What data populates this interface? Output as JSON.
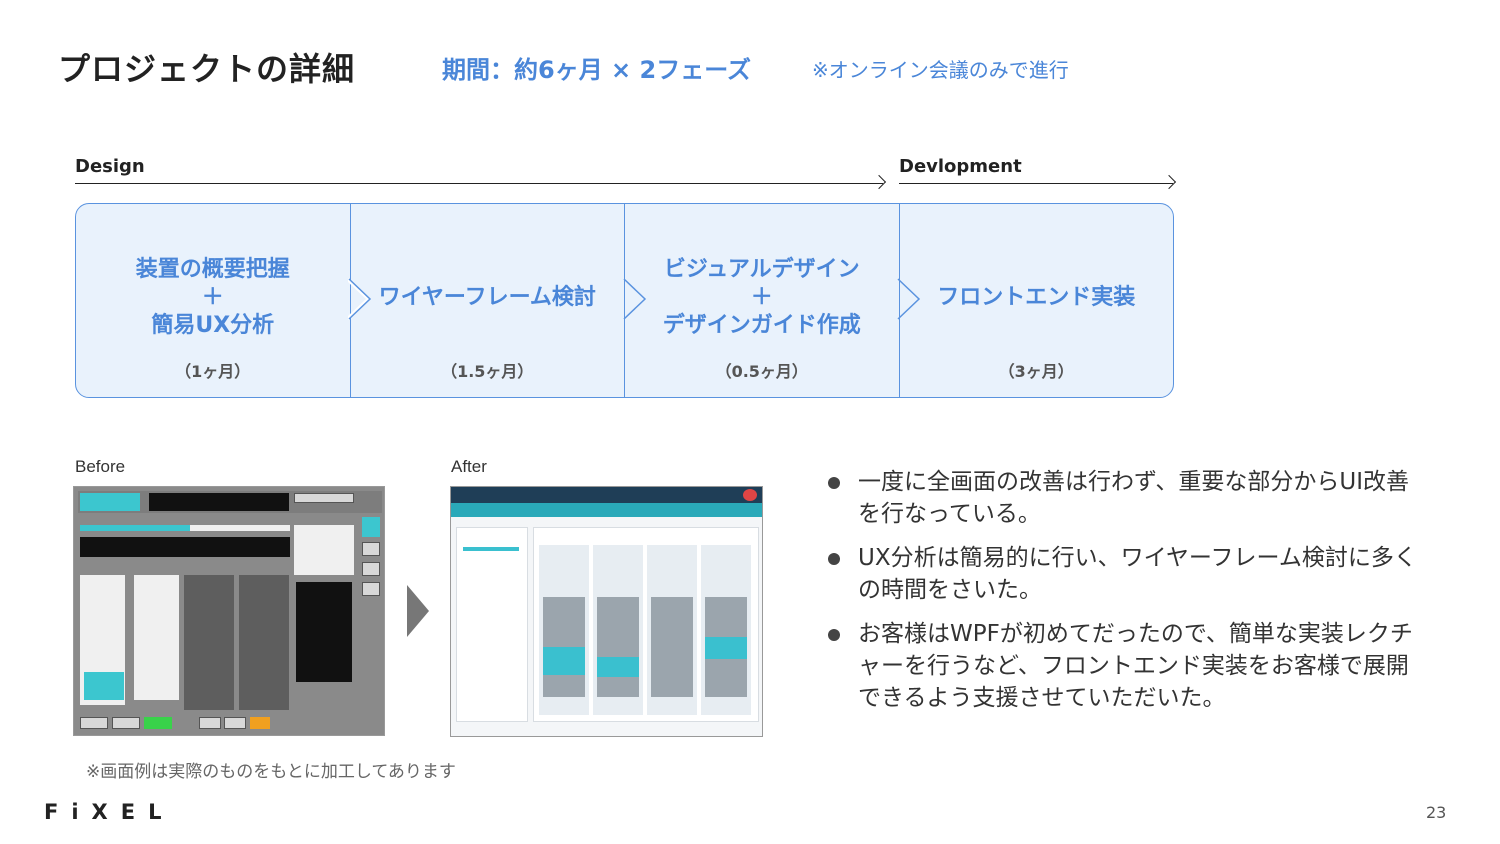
{
  "header": {
    "title": "プロジェクトの詳細",
    "period": "期間：約6ヶ月 × 2フェーズ",
    "note": "※オンライン会議のみで進行"
  },
  "phases": {
    "design": "Design",
    "development": "Devlopment"
  },
  "steps": [
    {
      "lines": [
        "装置の概要把握",
        "＋",
        "簡易UX分析"
      ],
      "duration": "（1ヶ月）"
    },
    {
      "lines": [
        "ワイヤーフレーム検討"
      ],
      "duration": "（1.5ヶ月）"
    },
    {
      "lines": [
        "ビジュアルデザイン",
        "＋",
        "デザインガイド作成"
      ],
      "duration": "（0.5ヶ月）"
    },
    {
      "lines": [
        "フロントエンド実装"
      ],
      "duration": "（3ヶ月）"
    }
  ],
  "screenshots": {
    "before_label": "Before",
    "after_label": "After",
    "caption": "※画面例は実際のものをもとに加工してあります"
  },
  "bullets": [
    "一度に全画面の改善は行わず、重要な部分からUI改善を行なっている。",
    "UX分析は簡易的に行い、ワイヤーフレーム検討に多くの時間をさいた。",
    "お客様はWPFが初めてだったので、簡単な実装レクチャーを行うなど、フロントエンド実装をお客様で展開できるよう支援させていただいた。"
  ],
  "footer": {
    "logo": "FiXEL",
    "page_number": "23"
  },
  "colors": {
    "accent": "#4a86d8",
    "flow_bg": "#e9f2fc",
    "flow_border": "#5a93df"
  }
}
